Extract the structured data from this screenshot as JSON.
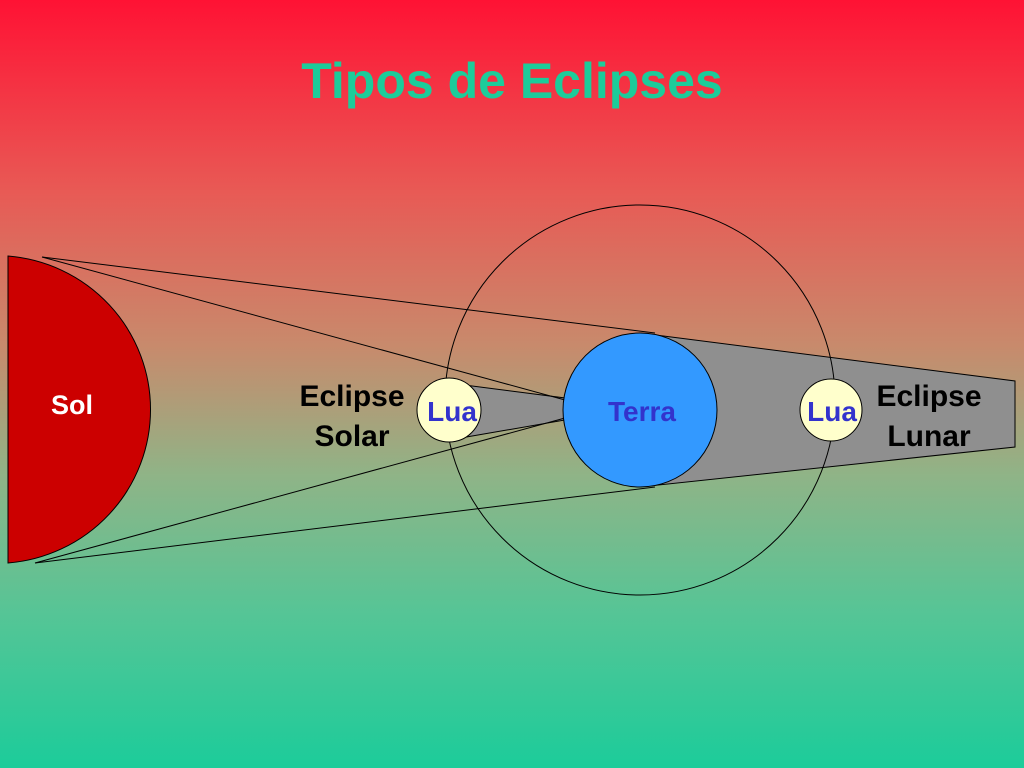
{
  "title": "Tipos de Eclipses",
  "bodies": {
    "sun": "Sol",
    "earth": "Terra",
    "moon_solar": "Lua",
    "moon_lunar": "Lua"
  },
  "labels": {
    "solar_line1": "Eclipse",
    "solar_line2": "Solar",
    "lunar_line1": "Eclipse",
    "lunar_line2": "Lunar"
  },
  "colors": {
    "sun": "#cc0000",
    "earth": "#3399ff",
    "moon": "#ffffcc",
    "shadow": "#8f8f8f",
    "body_label": "#3333cc",
    "title": "#1ccc9a"
  }
}
